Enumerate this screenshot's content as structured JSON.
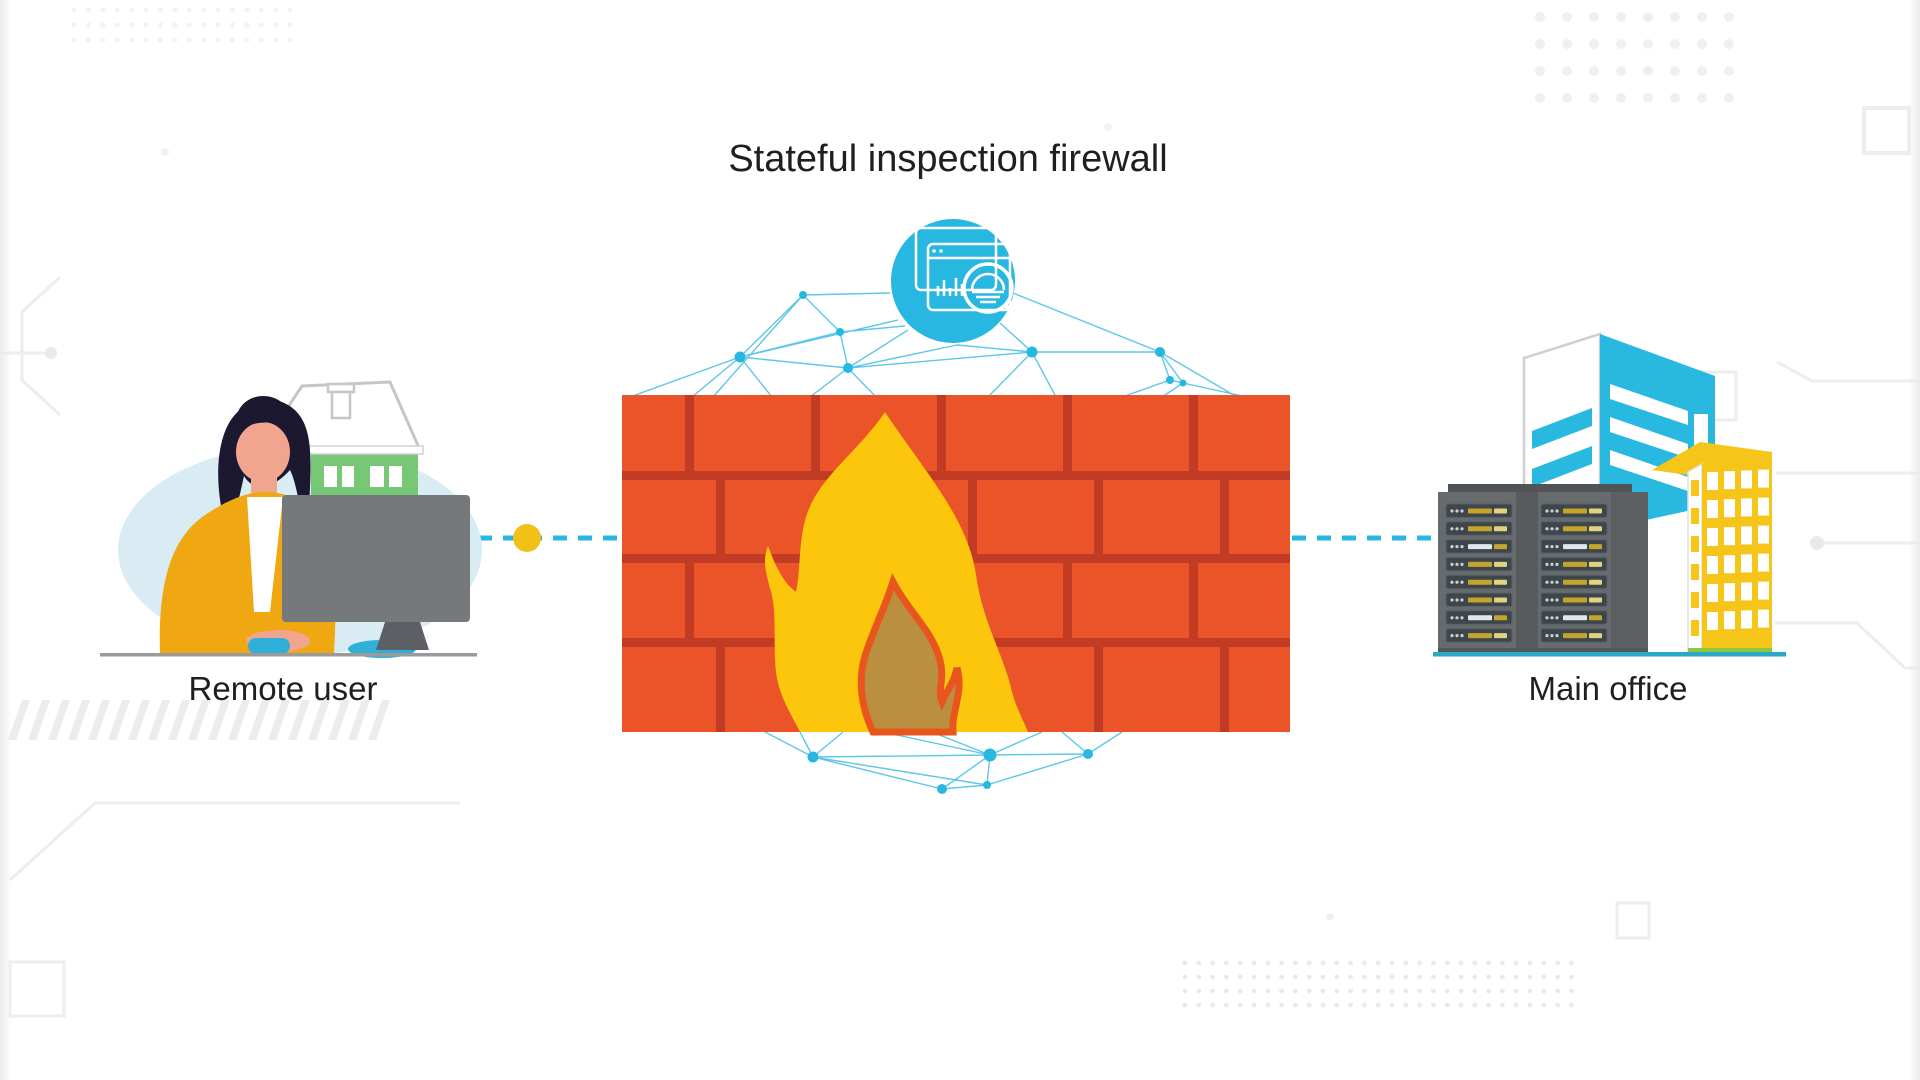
{
  "title": "Stateful inspection firewall",
  "nodes": {
    "remote_user": {
      "label": "Remote user"
    },
    "main_office": {
      "label": "Main office"
    }
  },
  "icons": [
    "inspection-magnifier-icon",
    "network-mesh-icon",
    "firewall-brick-wall-icon",
    "flame-icon",
    "house-icon",
    "person-at-computer-icon",
    "server-rack-icon",
    "office-buildings-icon",
    "connector-node-dot"
  ],
  "colors": {
    "text": "#1f1f1f",
    "accent_cyan": "#28b7e1",
    "mesh_cyan": "#5ec7e8",
    "brick": "#eb5329",
    "mortar": "#c23b24",
    "flame_yellow": "#fcc60d",
    "flame_orange": "#e8561e",
    "flame_core": "#ba9040",
    "connector_dot_yellow": "#f3c018",
    "building_blue": "#29b8e0",
    "building_yellow": "#f6c51a",
    "house_green": "#76c877",
    "jacket_yellow": "#efa712",
    "monitor_gray": "#76797c"
  }
}
